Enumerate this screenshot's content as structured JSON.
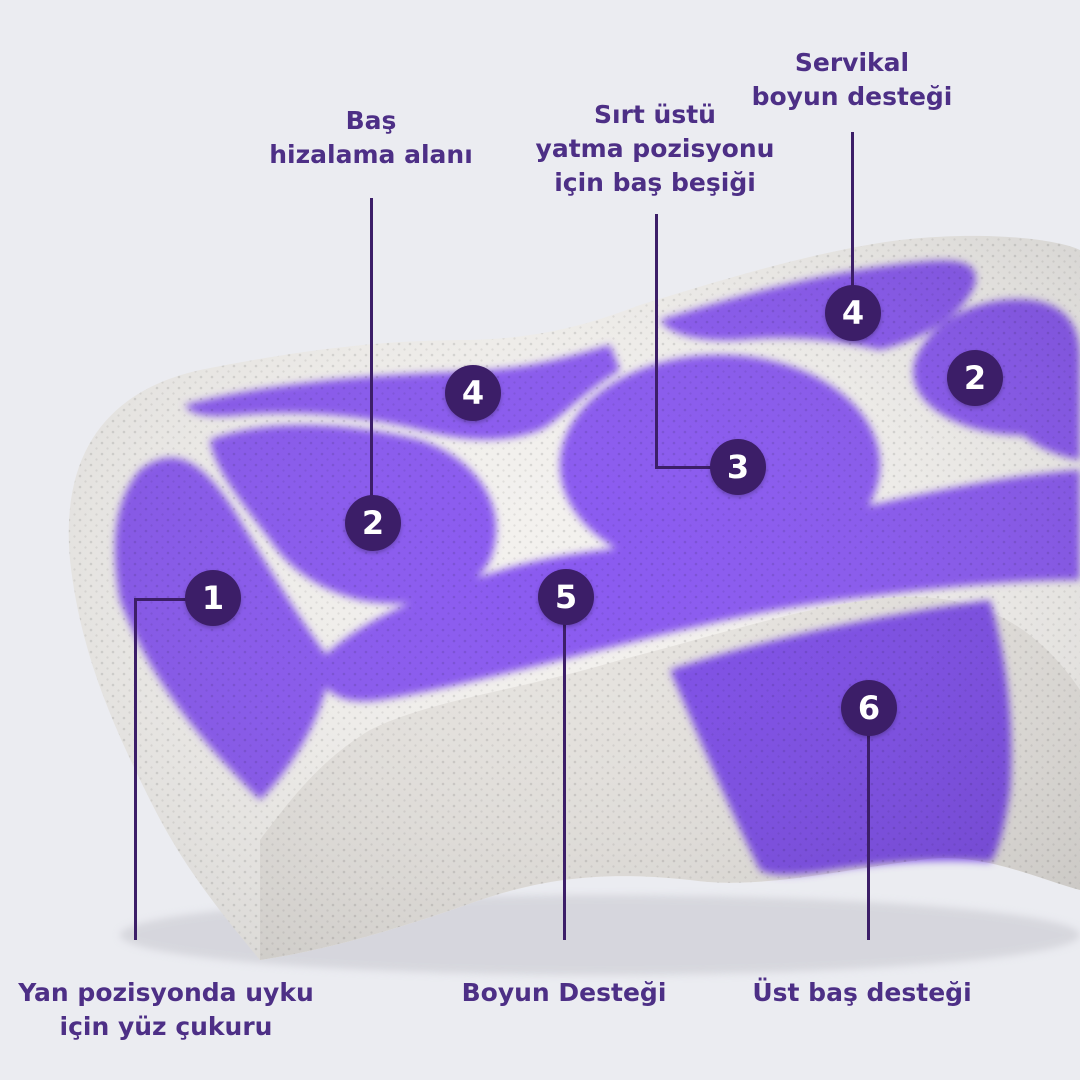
{
  "colors": {
    "background": "#ebecf1",
    "accent_purple": "#8a5af0",
    "label_text": "#4d2f86",
    "badge_fill": "#3c1e68",
    "foam_white": "#f3f1ee"
  },
  "labels": {
    "bas_hizalama": {
      "line1": "Baş",
      "line2": "hizalama alanı"
    },
    "sirt_ustu": {
      "line1": "Sırt üstü",
      "line2": "yatma pozisyonu",
      "line3": "için baş beşiği"
    },
    "servikal": {
      "line1": "Servikal",
      "line2": "boyun desteği"
    },
    "yan_pozisyon": {
      "line1": "Yan pozisyonda uyku",
      "line2": "için yüz çukuru"
    },
    "boyun_destegi": {
      "line1": "Boyun Desteği"
    },
    "ust_bas": {
      "line1": "Üst baş desteği"
    }
  },
  "badges": {
    "left_side": "1",
    "head_left": "2",
    "head_right": "2",
    "center": "3",
    "top_left": "4",
    "top_right": "4",
    "neck": "5",
    "front": "6"
  }
}
